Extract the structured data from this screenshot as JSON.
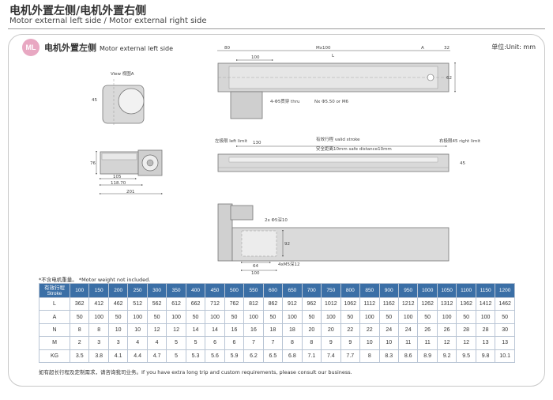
{
  "header": {
    "title_cn": "电机外置左侧/电机外置右侧",
    "title_en": "Motor external left side / Motor external right side"
  },
  "section": {
    "badge": "ML",
    "title_cn": "电机外置左侧",
    "title_en": "Motor external left side",
    "unit": "单位:Unit: mm"
  },
  "drawing": {
    "top_view": {
      "dim_80": "80",
      "dim_100": "100",
      "dim_mx100": "Mx100",
      "dim_a": "A",
      "dim_32": "32",
      "dim_62": "62",
      "dim_l": "L",
      "hole_left": "4-Φ5贯穿 thru",
      "hole_right": "Nx Φ5.50 or M6"
    },
    "side_view": {
      "left_limit": "左极限 left limit",
      "dim_130": "130",
      "stroke": "有效行程 valid stroke",
      "safety": "安全距离10mm safe distance10mm",
      "right_limit": "右极限45 right limit",
      "dim_45": "45"
    },
    "end_view": {
      "label": "View 视图A",
      "dim": "45"
    },
    "front_view": {
      "dim_105": "105",
      "dim_118": "118.70",
      "dim_201": "201",
      "dim_76": "76"
    },
    "bottom_view": {
      "hole_a": "2x Φ5深10",
      "dim_92": "92",
      "hole_b": "4xM5深12",
      "dim_64": "64",
      "dim_100": "100"
    }
  },
  "note": "*不含电机重量。 *Motor weight not included.",
  "table": {
    "header_label_cn": "有效行程",
    "header_label_en": "Stroke",
    "strokes": [
      "100",
      "150",
      "200",
      "250",
      "300",
      "350",
      "400",
      "450",
      "500",
      "550",
      "600",
      "650",
      "700",
      "750",
      "800",
      "850",
      "900",
      "950",
      "1000",
      "1050",
      "1100",
      "1150",
      "1200"
    ],
    "rows": [
      {
        "label": "L",
        "values": [
          "362",
          "412",
          "462",
          "512",
          "562",
          "612",
          "662",
          "712",
          "762",
          "812",
          "862",
          "912",
          "962",
          "1012",
          "1062",
          "1112",
          "1162",
          "1212",
          "1262",
          "1312",
          "1362",
          "1412",
          "1462"
        ]
      },
      {
        "label": "A",
        "values": [
          "50",
          "100",
          "50",
          "100",
          "50",
          "100",
          "50",
          "100",
          "50",
          "100",
          "50",
          "100",
          "50",
          "100",
          "50",
          "100",
          "50",
          "100",
          "50",
          "100",
          "50",
          "100",
          "50"
        ]
      },
      {
        "label": "N",
        "values": [
          "8",
          "8",
          "10",
          "10",
          "12",
          "12",
          "14",
          "14",
          "16",
          "16",
          "18",
          "18",
          "20",
          "20",
          "22",
          "22",
          "24",
          "24",
          "26",
          "26",
          "28",
          "28",
          "30"
        ]
      },
      {
        "label": "M",
        "values": [
          "2",
          "3",
          "3",
          "4",
          "4",
          "5",
          "5",
          "6",
          "6",
          "7",
          "7",
          "8",
          "8",
          "9",
          "9",
          "10",
          "10",
          "11",
          "11",
          "12",
          "12",
          "13",
          "13"
        ]
      },
      {
        "label": "KG",
        "values": [
          "3.5",
          "3.8",
          "4.1",
          "4.4",
          "4.7",
          "5",
          "5.3",
          "5.6",
          "5.9",
          "6.2",
          "6.5",
          "6.8",
          "7.1",
          "7.4",
          "7.7",
          "8",
          "8.3",
          "8.6",
          "8.9",
          "9.2",
          "9.5",
          "9.8",
          "10.1"
        ]
      }
    ]
  },
  "footnote": "如有超长行程及定制需求，请咨询我司业务。If you have extra long trip and custom requirements, please consult our business."
}
